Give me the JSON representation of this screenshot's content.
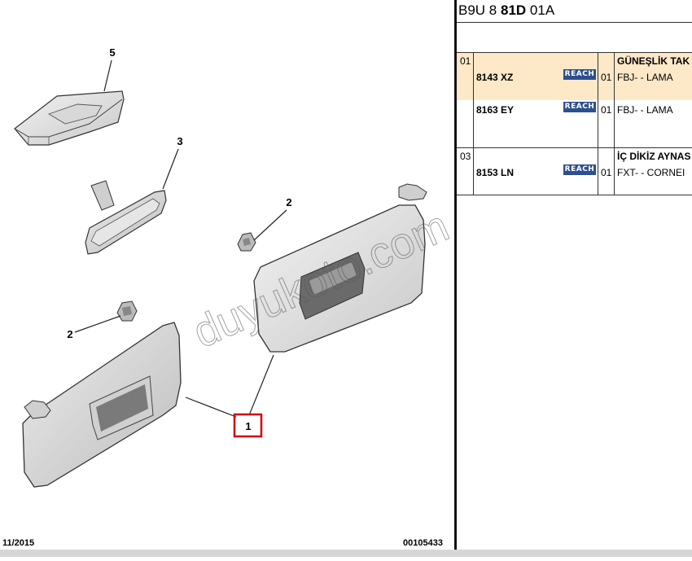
{
  "header": {
    "code_a": "B9U 8",
    "code_b": "81D",
    "code_c": "01A"
  },
  "diagram": {
    "callouts": {
      "p1": "1",
      "p2a": "2",
      "p2b": "2",
      "p3": "3",
      "p5": "5"
    },
    "watermark": "duyukoto.com",
    "footer_date": "11/2015",
    "footer_code": "00105433"
  },
  "groups": [
    {
      "index": "01",
      "title": "GÜNEŞLİK TAK",
      "rows": [
        {
          "ref": "8143 XZ",
          "badge": "REACH",
          "qty": "01",
          "desc": "FBJ- - LAMA"
        },
        {
          "ref": "8163 EY",
          "badge": "REACH",
          "qty": "01",
          "desc": "FBJ- - LAMA"
        }
      ]
    },
    {
      "index": "03",
      "title": "İÇ DİKİZ AYNAS",
      "rows": [
        {
          "ref": "8153 LN",
          "badge": "REACH",
          "qty": "01",
          "desc": "FXT- - CORNEI"
        }
      ]
    }
  ],
  "colors": {
    "highlight_row": "#fde9c8",
    "callout_box": "#d00000",
    "badge": "#2d4f8f"
  }
}
